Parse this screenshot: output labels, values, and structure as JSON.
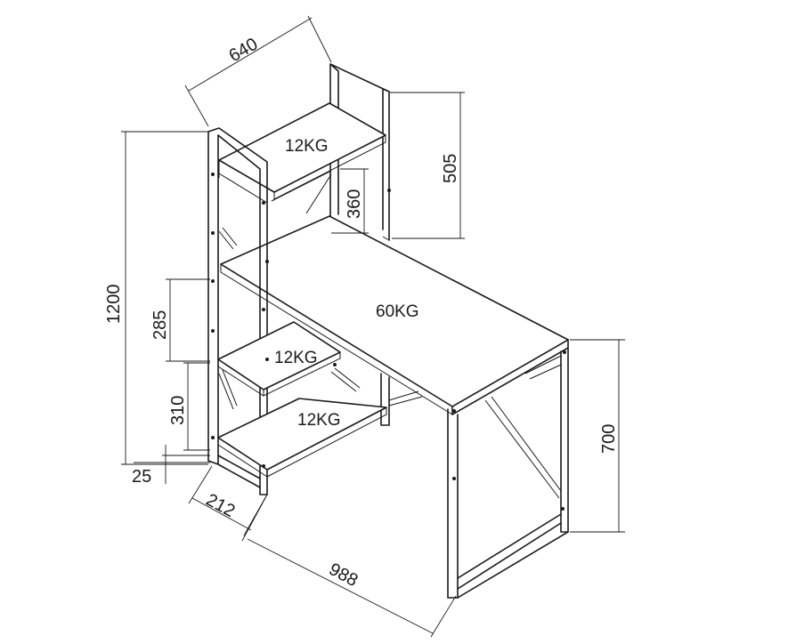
{
  "dimensions": {
    "shelf_depth": "640",
    "upper_height": "505",
    "gap_height": "360",
    "total_height": "1200",
    "shelf_spacing_upper": "285",
    "shelf_spacing_lower": "310",
    "foot_clearance": "25",
    "shelf_width": "212",
    "desk_length": "988",
    "desk_height": "700"
  },
  "load_labels": {
    "top_shelf": "12KG",
    "desk_top": "60KG",
    "middle_shelf": "12KG",
    "bottom_shelf": "12KG"
  }
}
